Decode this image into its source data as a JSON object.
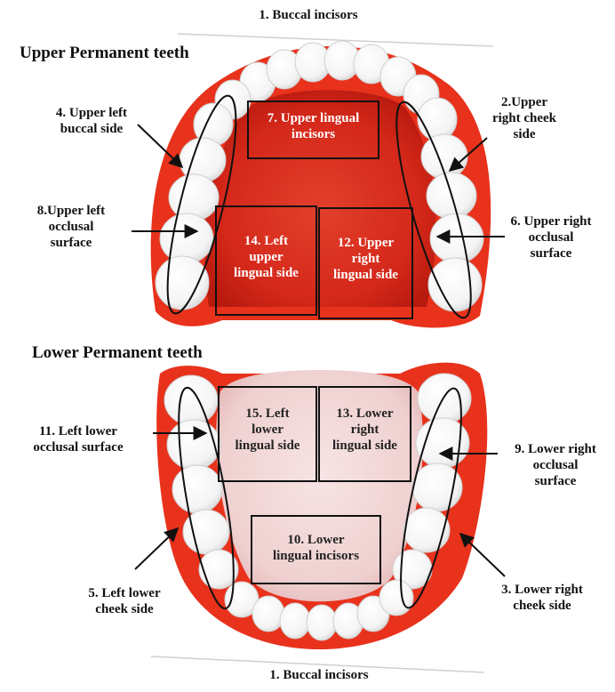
{
  "titles": {
    "upper": "Upper Permanent teeth",
    "lower": "Lower Permanent teeth"
  },
  "labels": {
    "buccal_top": "1. Buccal incisors",
    "buccal_bottom": "1. Buccal incisors",
    "l2": "2.Upper\nright cheek\nside",
    "l3": "3. Lower right\ncheek side",
    "l4": "4. Upper left\nbuccal side",
    "l5": "5. Left lower\ncheek side",
    "l6": "6. Upper right\nocclusal\nsurface",
    "l8": "8.Upper left\nocclusal\nsurface",
    "l9": "9. Lower right\nocclusal\nsurface",
    "l11": "11. Left lower\nocclusal surface"
  },
  "boxes": {
    "b7": "7. Upper lingual\nincisors",
    "b14": "14. Left\nupper\nlingual side",
    "b12": "12. Upper\nright\nlingual side",
    "b15": "15. Left\nlower\nlingual side",
    "b13": "13. Lower\nright\nlingual side",
    "b10": "10. Lower\nlingual incisors"
  },
  "colors": {
    "gum": "#e8321c",
    "gum_dark": "#c41f10",
    "palate": "#d9281a",
    "tongue": "#f2d6d6",
    "tooth": "#fbfbfb",
    "outline": "#111111"
  }
}
